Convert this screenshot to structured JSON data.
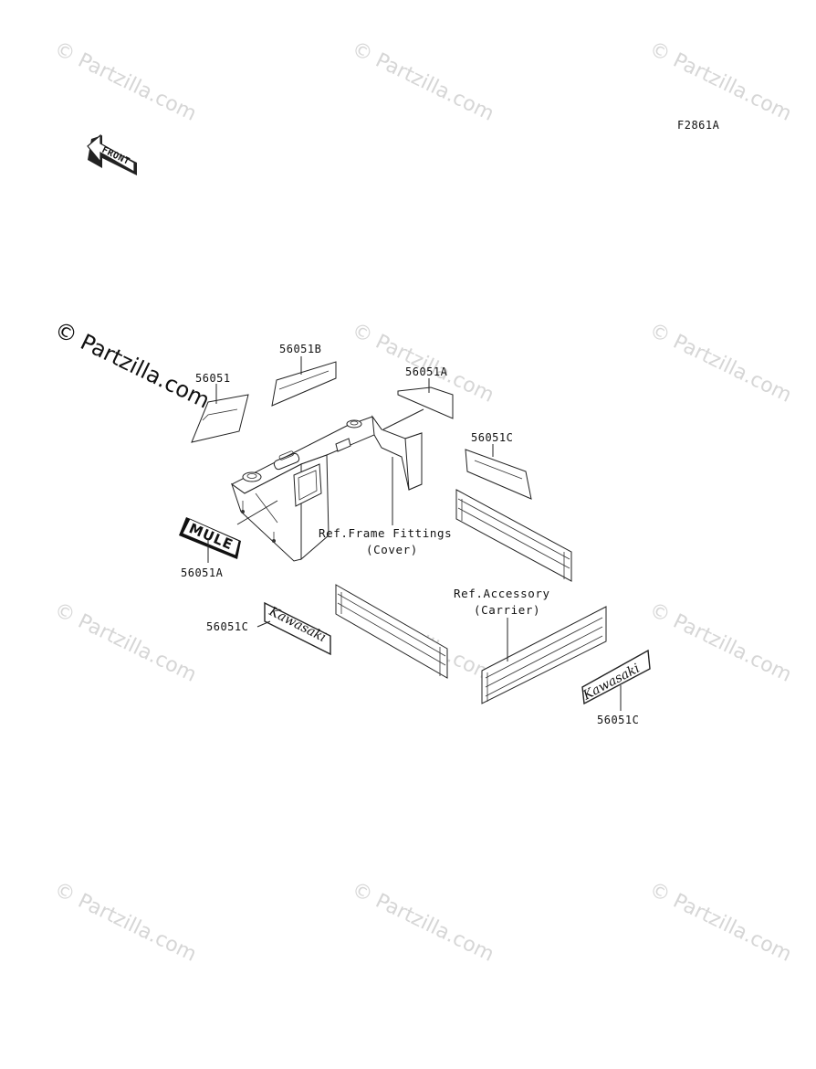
{
  "figure_code": "F2861A",
  "front_arrow_label": "FRONT",
  "main_watermark": "© Partzilla.com",
  "watermark_text": "© Partzilla.com",
  "parts": {
    "p56051": "56051",
    "p56051b": "56051B",
    "p56051a_top": "56051A",
    "p56051c_right": "56051C",
    "p56051a_bottom": "56051A",
    "p56051c_left": "56051C",
    "p56051c_bottom": "56051C"
  },
  "refs": {
    "frame_line1": "Ref.Frame Fittings",
    "frame_line2": "(Cover)",
    "accessory_line1": "Ref.Accessory",
    "accessory_line2": "(Carrier)"
  },
  "decals": {
    "mule": "MULE",
    "kawasaki_left": "Kawasaki",
    "kawasaki_right": "Kawasaki"
  }
}
